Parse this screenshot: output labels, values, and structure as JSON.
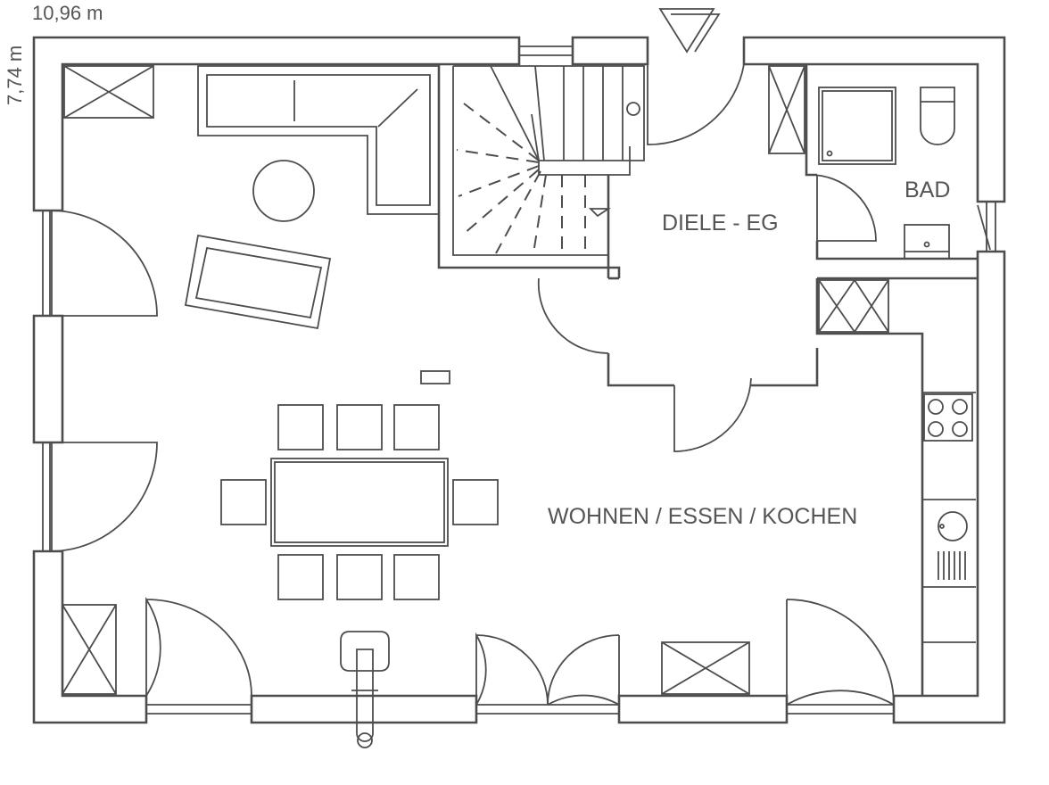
{
  "dimensions": {
    "width": "10,96 m",
    "depth": "7,74 m"
  },
  "rooms": {
    "living": "WOHNEN / ESSEN / KOCHEN",
    "hall": "DIELE - EG",
    "bath": "BAD"
  }
}
